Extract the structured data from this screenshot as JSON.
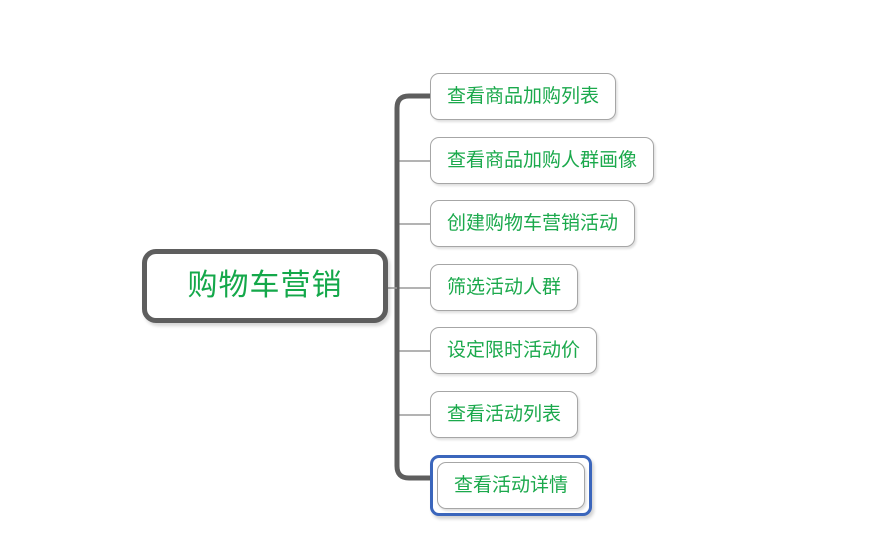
{
  "diagram": {
    "type": "mind-map",
    "title": "购物车营销",
    "orientation": "left-root-right-children",
    "background_color": "#ffffff",
    "node_text_color": "#1ba94c",
    "root_border_color": "#5e5e5e",
    "child_border_color": "#a6a6a6",
    "trunk_color": "#5e5e5e",
    "branch_color": "#9a9a9a",
    "selection_color": "#3b66bc"
  },
  "root": {
    "label": "购物车营销"
  },
  "children": [
    {
      "label": "查看商品加购列表",
      "selected": false
    },
    {
      "label": "查看商品加购人群画像",
      "selected": false
    },
    {
      "label": "创建购物车营销活动",
      "selected": false
    },
    {
      "label": "筛选活动人群",
      "selected": false
    },
    {
      "label": "设定限时活动价",
      "selected": false
    },
    {
      "label": "查看活动列表",
      "selected": false
    },
    {
      "label": "查看活动详情",
      "selected": true
    }
  ]
}
